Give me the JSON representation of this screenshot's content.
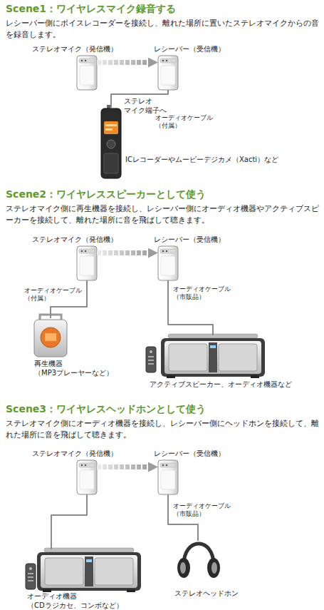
{
  "diagram": {
    "nodes": [
      {
        "text": [
          "ステレオマイク（発信機）"
        ]
      },
      {
        "text": [
          "レシーバー（受信機）"
        ]
      },
      {
        "text": [
          "ICレコーダーやムービーデジカメ（Xacti）など"
        ]
      },
      {
        "text": [
          "ステレオマイク（発信機）"
        ]
      },
      {
        "text": [
          "レシーバー（受信機）"
        ]
      },
      {
        "text": [
          "再生機器 （MP3プレーヤーなど）"
        ]
      },
      {
        "text": [
          "アクティブスピーカー、オーディオ機器など"
        ]
      },
      {
        "text": [
          "ステレオマイク（発信機）"
        ]
      },
      {
        "text": [
          "レシーバー（受信機）"
        ]
      },
      {
        "text": [
          "オーディオ機器 （CDラジカセ、コンボなど）"
        ]
      },
      {
        "text": [
          "ステレオヘッドホン"
        ]
      }
    ],
    "edges": [
      {
        "from": 0,
        "to": 1,
        "arrow": "to"
      },
      {
        "from": 1,
        "to": 2,
        "arrow": "none",
        "label": "オーディオケーブル （付属）"
      },
      {
        "from": 3,
        "to": 4,
        "arrow": "to"
      },
      {
        "from": 3,
        "to": 5,
        "arrow": "none",
        "label": "オーディオケーブル （付属）"
      },
      {
        "from": 4,
        "to": 6,
        "arrow": "none",
        "label": "オーディオケーブル （市販品）"
      },
      {
        "from": 7,
        "to": 8,
        "arrow": "to"
      },
      {
        "from": 7,
        "to": 9,
        "arrow": "none"
      },
      {
        "from": 8,
        "to": 10,
        "arrow": "none",
        "label": "オーディオケーブル （市販品）"
      }
    ],
    "labels": [
      "Scene1：ワイヤレスマイク録音する",
      "レシーバー側にボイスレコーダーを接続し、離れた場所に置いたステレオマイクからの音を録音します。",
      "ステレオ マイク端子へ",
      "Scene2：ワイヤレススピーカーとして使う",
      "ステレオマイク側に再生機器を接続し、レシーバー側にオーディオ機器やアクティブスピーカーを接続して、離れた場所に音を飛ばして聴きます。",
      "Scene3：ワイヤレスヘッドホンとして使う",
      "ステレオマイク側にオーディオ機器を接続し、レシーバー側にヘッドホンを接続して、離れた場所に音を飛ばして聴きます。"
    ]
  }
}
